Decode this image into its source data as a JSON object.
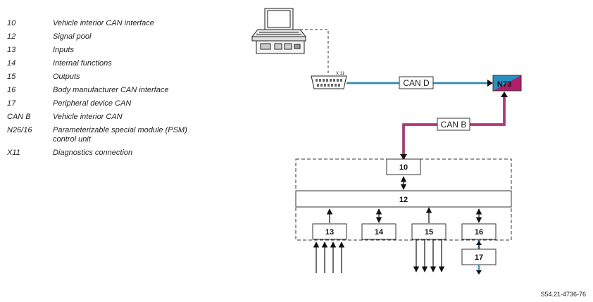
{
  "legend": [
    {
      "code": "10",
      "text": "Vehicle interior CAN interface"
    },
    {
      "code": "12",
      "text": "Signal pool"
    },
    {
      "code": "13",
      "text": "Inputs"
    },
    {
      "code": "14",
      "text": "Internal functions"
    },
    {
      "code": "15",
      "text": "Outputs"
    },
    {
      "code": "16",
      "text": "Body manufacturer CAN interface"
    },
    {
      "code": "17",
      "text": "Peripheral device CAN"
    },
    {
      "code": "CAN B",
      "text": "Vehicle interior CAN"
    },
    {
      "code": "N26/16",
      "text": "Parameterizable special module (PSM) control unit"
    },
    {
      "code": "X11",
      "text": "Diagnostics connection"
    }
  ],
  "diagram": {
    "connector_label": "X 11",
    "can_d_label": "CAN D",
    "can_b_label": "CAN B",
    "n73_label": "N73",
    "box_10": "10",
    "box_12": "12",
    "box_13": "13",
    "box_14": "14",
    "box_15": "15",
    "box_16": "16",
    "box_17": "17"
  },
  "reference": "S54.21-4736-76",
  "colors": {
    "can_d_line": "#4aa3c8",
    "can_b_line": "#8a1a5c",
    "n73_fill_top": "#2a8fc0",
    "n73_fill_bottom": "#b01e6a"
  }
}
